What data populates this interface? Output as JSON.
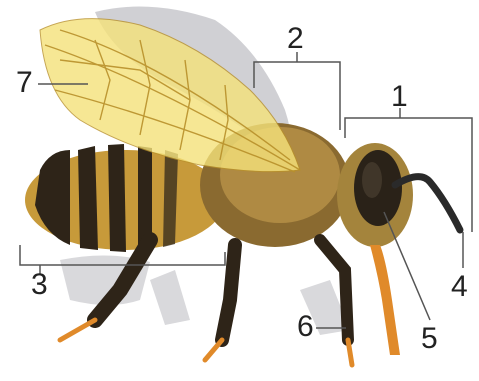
{
  "diagram": {
    "labels": [
      {
        "id": "1",
        "text": "1"
      },
      {
        "id": "2",
        "text": "2"
      },
      {
        "id": "3",
        "text": "3"
      },
      {
        "id": "4",
        "text": "4"
      },
      {
        "id": "5",
        "text": "5"
      },
      {
        "id": "6",
        "text": "6"
      },
      {
        "id": "7",
        "text": "7"
      }
    ]
  },
  "colors": {
    "leader_line": "#555555",
    "label_text": "#222222",
    "wing_fill": "#f5e27a",
    "wing_vein": "#b8902a",
    "hind_wing": "#c8c8cc",
    "body_gold": "#c79a3a",
    "body_dark": "#2e2418",
    "leg_orange": "#e08a2a",
    "shadow": "#d9d9dc"
  }
}
